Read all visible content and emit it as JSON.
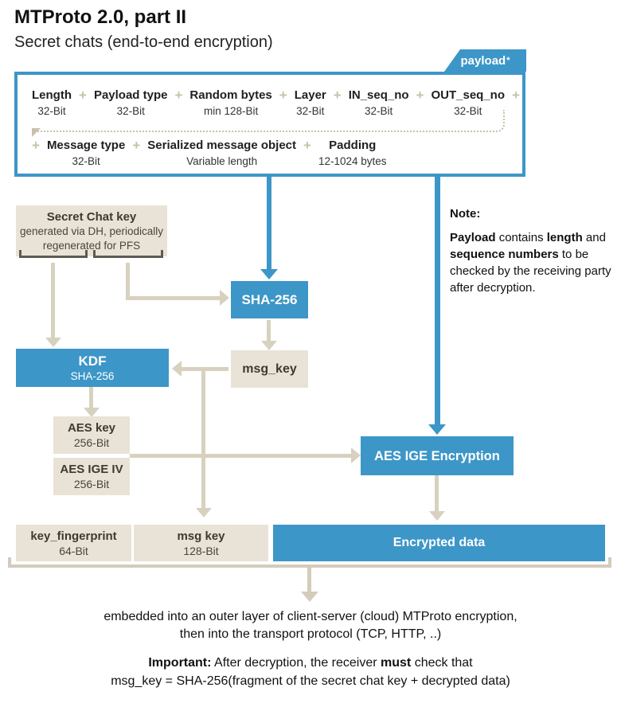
{
  "header": {
    "title": "MTProto 2.0, part II",
    "subtitle": "Secret chats (end-to-end encryption)"
  },
  "payload": {
    "tab_label": "payload",
    "tab_asterisk": "*",
    "plus_symbol": "+",
    "row1": [
      {
        "name": "Length",
        "sub": "32-Bit"
      },
      {
        "name": "Payload type",
        "sub": "32-Bit"
      },
      {
        "name": "Random bytes",
        "sub": "min 128-Bit"
      },
      {
        "name": "Layer",
        "sub": "32-Bit"
      },
      {
        "name": "IN_seq_no",
        "sub": "32-Bit"
      },
      {
        "name": "OUT_seq_no",
        "sub": "32-Bit"
      }
    ],
    "row2": [
      {
        "name": "Message type",
        "sub": "32-Bit"
      },
      {
        "name": "Serialized message object",
        "sub": "Variable length"
      },
      {
        "name": "Padding",
        "sub": "12-1024 bytes"
      }
    ]
  },
  "nodes": {
    "secret_chat_key": {
      "title": "Secret Chat key",
      "line1": "generated via DH, periodically",
      "line2": "regenerated for PFS"
    },
    "sha256": {
      "label": "SHA-256"
    },
    "msg_key": {
      "label": "msg_key"
    },
    "kdf": {
      "title": "KDF",
      "sub": "SHA-256"
    },
    "aes_key": {
      "title": "AES key",
      "sub": "256-Bit"
    },
    "aes_ige_iv": {
      "title": "AES IGE IV",
      "sub": "256-Bit"
    },
    "aes_ige_encryption": {
      "label": "AES IGE Encryption"
    },
    "key_fingerprint": {
      "title": "key_fingerprint",
      "sub": "64-Bit"
    },
    "msg_key_out": {
      "title": "msg key",
      "sub": "128-Bit"
    },
    "encrypted_data": {
      "label": "Encrypted data"
    }
  },
  "note": {
    "heading": "Note:",
    "b1": "Payload",
    "t1": " contains ",
    "b2": "length",
    "t2": " and ",
    "b3": "sequence numbers",
    "t3": " to be checked by the receiving party after decryption."
  },
  "footer": {
    "embed_line1": "embedded into an outer layer of client-server (cloud) MTProto encryption,",
    "embed_line2": "then into the transport protocol (TCP, HTTP, ..)",
    "imp_b1": "Important:",
    "imp_t1": " After decryption, the receiver ",
    "imp_b2": "must",
    "imp_t2": " check that",
    "imp_line2": "msg_key = SHA-256(fragment of the secret chat key + decrypted data)"
  },
  "colors": {
    "accent_blue": "#3d96c8",
    "box_beige": "#e8e3d6",
    "arrow_beige": "#d8d1bf",
    "bracket_dark": "#5d5b53",
    "bracket_light": "#d3ccbc",
    "plus_tan": "#c9c0ab"
  }
}
